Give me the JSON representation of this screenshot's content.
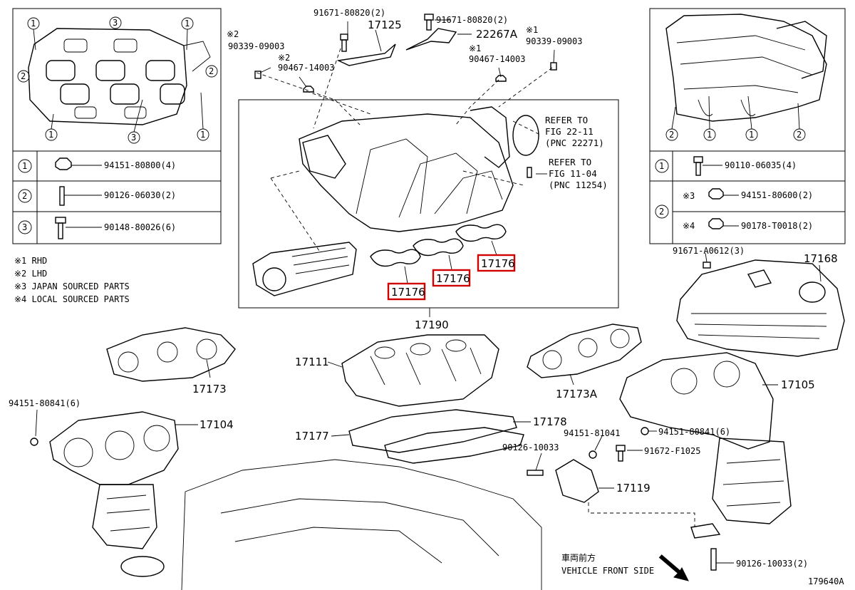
{
  "diagram_id": "179640A",
  "main_assembly": "17190",
  "part_labels": {
    "p91671_80820_l": "91671-80820(2)",
    "p91671_80820_r": "91671-80820(2)",
    "p17125": "17125",
    "p22267A": "22267A",
    "p90339_l": "90339-09003",
    "p90339_r": "90339-09003",
    "p90467_l": "90467-14003",
    "p90467_r": "90467-14003",
    "note_2": "※2",
    "note_1": "※1",
    "note_2b": "※2",
    "note_1b": "※1",
    "refer1_a": "REFER TO",
    "refer1_b": "FIG 22-11",
    "refer1_c": "(PNC 22271)",
    "refer2_a": "REFER TO",
    "refer2_b": "FIG 11-04",
    "refer2_c": "(PNC 11254)",
    "p17176_a": "17176",
    "p17176_b": "17176",
    "p17176_c": "17176",
    "p17173": "17173",
    "p17173A": "17173A",
    "p17111": "17111",
    "p17177": "17177",
    "p17178": "17178",
    "p17104": "17104",
    "p94151_80841_l": "94151-80841(6)",
    "p94151_80841_r": "94151-80841(6)",
    "p94151_81041": "94151-81041",
    "p91672_F1025": "91672-F1025",
    "p90126_10033_l": "90126-10033",
    "p90126_10033_r": "90126-10033(2)",
    "p17119": "17119",
    "p17105": "17105",
    "p17168": "17168",
    "p91671_A0612": "91671-A0612(3)",
    "front_jp": "車両前方",
    "front_en": "VEHICLE FRONT SIDE"
  },
  "left_table": [
    {
      "num": "1",
      "part": "94151-80800(4)"
    },
    {
      "num": "2",
      "part": "90126-06030(2)"
    },
    {
      "num": "3",
      "part": "90148-80026(6)"
    }
  ],
  "right_table": [
    {
      "num": "1",
      "mark": "",
      "part": "90110-06035(4)"
    },
    {
      "num": "2",
      "mark": "※3",
      "part": "94151-80600(2)"
    },
    {
      "num": "",
      "mark": "※4",
      "part": "90178-T0018(2)"
    }
  ],
  "notes": [
    "※1 RHD",
    "※2 LHD",
    "※3 JAPAN SOURCED PARTS",
    "※4 LOCAL SOURCED PARTS"
  ],
  "callout_numbers": {
    "one": "1",
    "two": "2",
    "three": "3"
  },
  "highlight_color": "#d10000"
}
